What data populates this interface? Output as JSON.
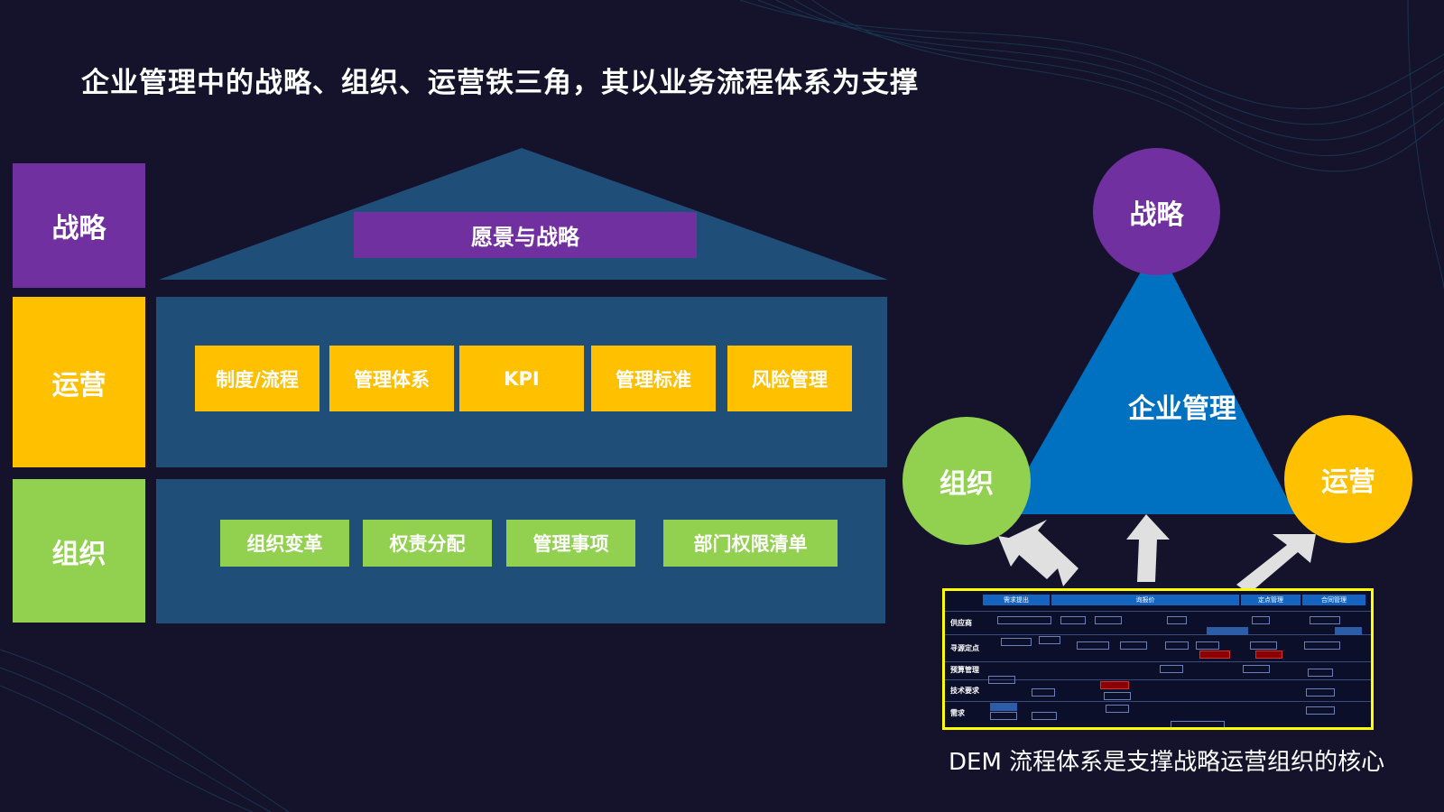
{
  "title": "企业管理中的战略、组织、运营铁三角，其以业务流程体系为支撑",
  "colors": {
    "background": "#15132b",
    "purple": "#7030a0",
    "yellow": "#ffc000",
    "green": "#92d050",
    "navy_band": "#1f4e79",
    "triangle_blue": "#0070c0",
    "highlight_border": "#ffff00"
  },
  "side_labels": {
    "strategy": "战略",
    "operations": "运营",
    "organization": "组织"
  },
  "house": {
    "roof_label": "愿景与战略",
    "operations_items": [
      "制度/流程",
      "管理体系",
      "KPI",
      "管理标准",
      "风险管理"
    ],
    "organization_items": [
      "组织变革",
      "权责分配",
      "管理事项",
      "部门权限清单"
    ]
  },
  "triangle": {
    "center": "企业管理",
    "top": "战略",
    "left": "组织",
    "right": "运营"
  },
  "process_map": {
    "phases": [
      "需求提出",
      "询报价",
      "定点管理",
      "合同管理"
    ],
    "lanes": [
      "供应商",
      "寻源定点",
      "预算管理",
      "技术要求",
      "需求"
    ]
  },
  "caption": "DEM 流程体系是支撑战略运营组织的核心"
}
